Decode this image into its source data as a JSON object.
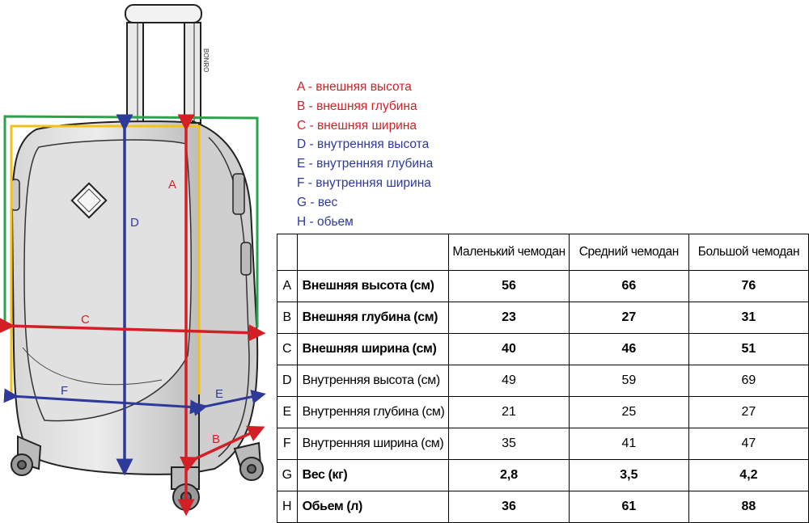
{
  "illustration": {
    "brand_text": "BONRO",
    "dimension_letters": {
      "A": "A",
      "C": "C",
      "D": "D",
      "E": "E",
      "F": "F",
      "B": "B"
    },
    "colors": {
      "outer": "#d41f27",
      "inner": "#2d3a9a",
      "green_box": "#2aa34a",
      "yellow_box": "#f2c21a"
    }
  },
  "legend": [
    {
      "text": "A - внешняя высота",
      "color": "#d41f27"
    },
    {
      "text": "B - внешняя глубина",
      "color": "#d41f27"
    },
    {
      "text": "C - внешняя ширина",
      "color": "#d41f27"
    },
    {
      "text": "D - внутренняя высота",
      "color": "#2d3a9a"
    },
    {
      "text": "E - внутренняя глубина",
      "color": "#2d3a9a"
    },
    {
      "text": "F - внутренняя ширина",
      "color": "#2d3a9a"
    },
    {
      "text": "G - вес",
      "color": "#2d3a9a"
    },
    {
      "text": "H - обьем",
      "color": "#2d3a9a"
    }
  ],
  "table": {
    "headers": [
      "",
      "",
      "Маленький чемодан",
      "Средний чемодан",
      "Большой чемодан"
    ],
    "rows": [
      {
        "letter": "A",
        "name": "Внешняя высота (см)",
        "values": [
          "56",
          "66",
          "76"
        ],
        "bold": true
      },
      {
        "letter": "B",
        "name": "Внешняя глубина (см)",
        "values": [
          "23",
          "27",
          "31"
        ],
        "bold": true
      },
      {
        "letter": "C",
        "name": "Внешняя ширина (см)",
        "values": [
          "40",
          "46",
          "51"
        ],
        "bold": true
      },
      {
        "letter": "D",
        "name": "Внутренняя высота (см)",
        "values": [
          "49",
          "59",
          "69"
        ],
        "bold": false
      },
      {
        "letter": "E",
        "name": "Внутренняя глубина (см)",
        "values": [
          "21",
          "25",
          "27"
        ],
        "bold": false
      },
      {
        "letter": "F",
        "name": "Внутренняя ширина (см)",
        "values": [
          "35",
          "41",
          "47"
        ],
        "bold": false
      },
      {
        "letter": "G",
        "name": "Вес (кг)",
        "values": [
          "2,8",
          "3,5",
          "4,2"
        ],
        "bold": true
      },
      {
        "letter": "H",
        "name": "Обьем (л)",
        "values": [
          "36",
          "61",
          "88"
        ],
        "bold": true
      }
    ]
  }
}
